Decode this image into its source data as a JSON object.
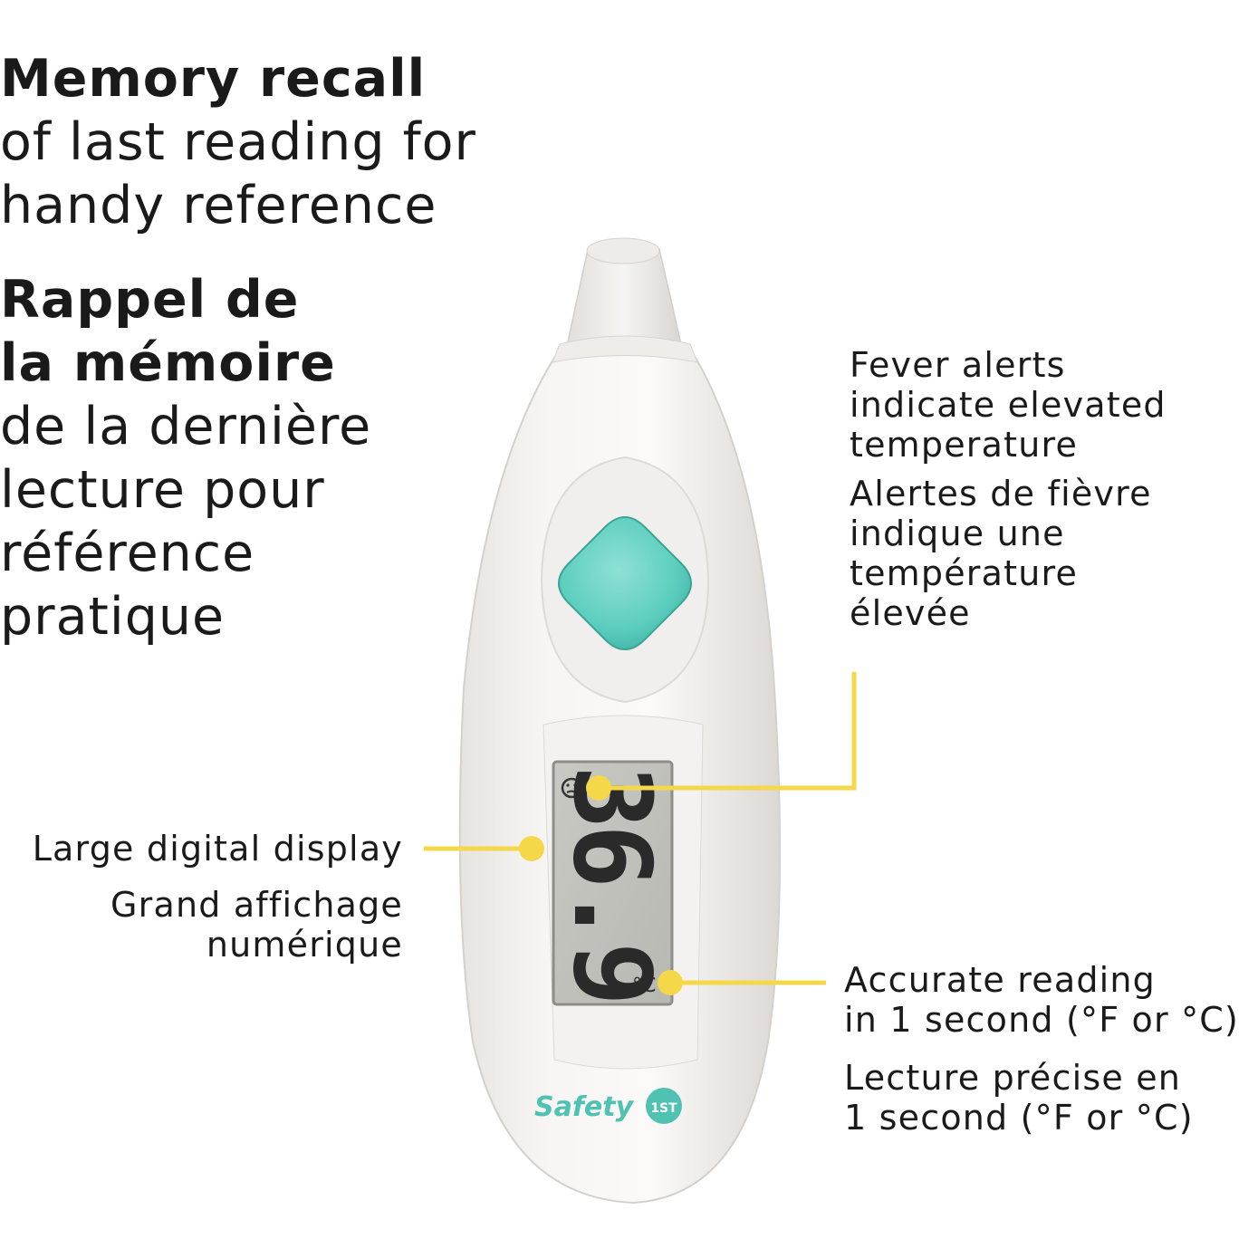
{
  "headline": {
    "en_title": "Memory recall",
    "en_lines": [
      "of last reading for",
      "handy reference"
    ],
    "fr_title_lines": [
      "Rappel de",
      "la mémoire"
    ],
    "fr_lines": [
      "de la dernière",
      "lecture pour",
      "référence",
      "pratique"
    ]
  },
  "fever": {
    "en_lines": [
      "Fever alerts",
      "indicate elevated",
      "temperature"
    ],
    "fr_lines": [
      "Alertes de fièvre",
      "indique une",
      "température",
      "élevée"
    ]
  },
  "display_label": {
    "en": "Large digital display",
    "fr_lines": [
      "Grand affichage",
      "numérique"
    ]
  },
  "accurate": {
    "en_lines": [
      "Accurate reading",
      "in 1 second (°F or °C)"
    ],
    "fr_lines": [
      "Lecture précise en",
      "1 second (°F or °C)"
    ]
  },
  "device": {
    "reading": "36.9",
    "unit": "°C",
    "brand": "Safety",
    "brand_badge": "1ST",
    "accent_color": "#5fcfc0",
    "callout_color": "#f4d84a",
    "icons": [
      "fever-face-icon",
      "power-button-icon",
      "brand-logo"
    ]
  }
}
